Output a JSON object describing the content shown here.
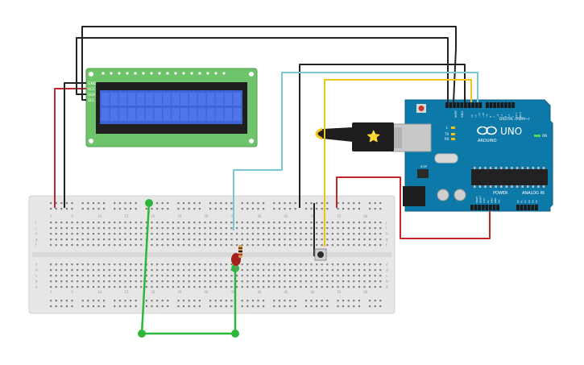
{
  "lcd": {
    "pin_labels": [
      "GND",
      "VCC",
      "SDA",
      "SCL"
    ]
  },
  "breadboard": {
    "row_letters_top": [
      "j",
      "i",
      "h",
      "g",
      "f"
    ],
    "row_letters_bottom": [
      "e",
      "d",
      "c",
      "b",
      "a"
    ],
    "column_numbers": [
      "1",
      "5",
      "10",
      "15",
      "20",
      "25",
      "30",
      "35",
      "40",
      "45",
      "50",
      "55",
      "60"
    ]
  },
  "arduino": {
    "brand": "UNO",
    "logo_text": "ARDUINO",
    "digital_header": "DIGITAL (PWM~)",
    "power_label": "POWER",
    "analog_label": "ANALOG IN",
    "aref": "AREF",
    "gnd": "GND",
    "led_labels": [
      "L",
      "TX",
      "RX"
    ],
    "on_label": "ON",
    "icsp": "ICSP",
    "digital_pins": [
      "13",
      "12",
      "~11",
      "~10",
      "~9",
      "8",
      "7",
      "~6",
      "~5",
      "4",
      "~3",
      "2",
      "TX 1",
      "RX 0"
    ],
    "power_pins": [
      "IOREF",
      "RESET",
      "3.3V",
      "5V",
      "GND",
      "GND",
      "Vin"
    ],
    "analog_pins": [
      "A0",
      "A1",
      "A2",
      "A3",
      "A4",
      "A5"
    ]
  },
  "colors": {
    "wire_black": "#222222",
    "wire_red": "#c1272d",
    "wire_cyan": "#7ac8cf",
    "wire_yellow": "#f0c419",
    "wire_green": "#2db83d",
    "arduino_body": "#0d79a8",
    "lcd_pcb": "#6fc36a",
    "lcd_screen": "#3f63d8",
    "breadboard": "#e8e8e8"
  }
}
